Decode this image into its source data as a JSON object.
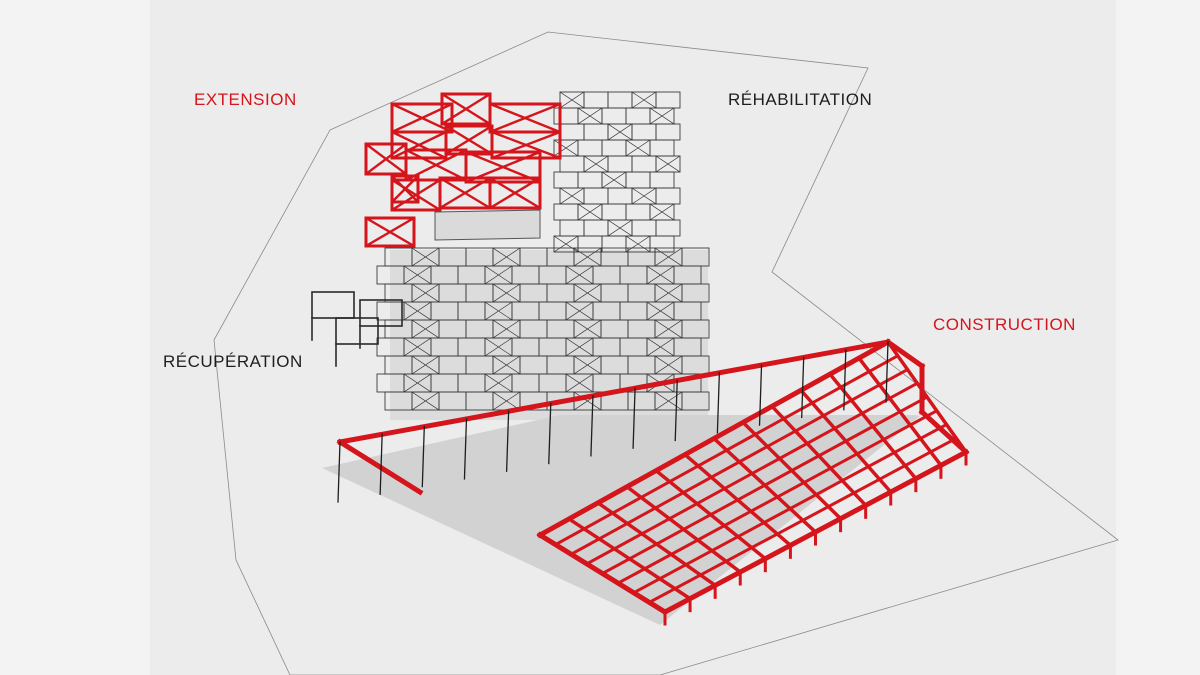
{
  "labels": {
    "extension": "EXTENSION",
    "rehabilitation": "RÉHABILITATION",
    "recuperation": "RÉCUPÉRATION",
    "construction": "CONSTRUCTION"
  },
  "colors": {
    "background": "#f3f3f3",
    "panel": "#ececec",
    "accent_red": "#d4151b",
    "existing_structure": "#3a3a3a",
    "slab_fill": "#d2d2d2",
    "site_outline": "#8a8a8a",
    "label_dark": "#1e1e1e"
  }
}
